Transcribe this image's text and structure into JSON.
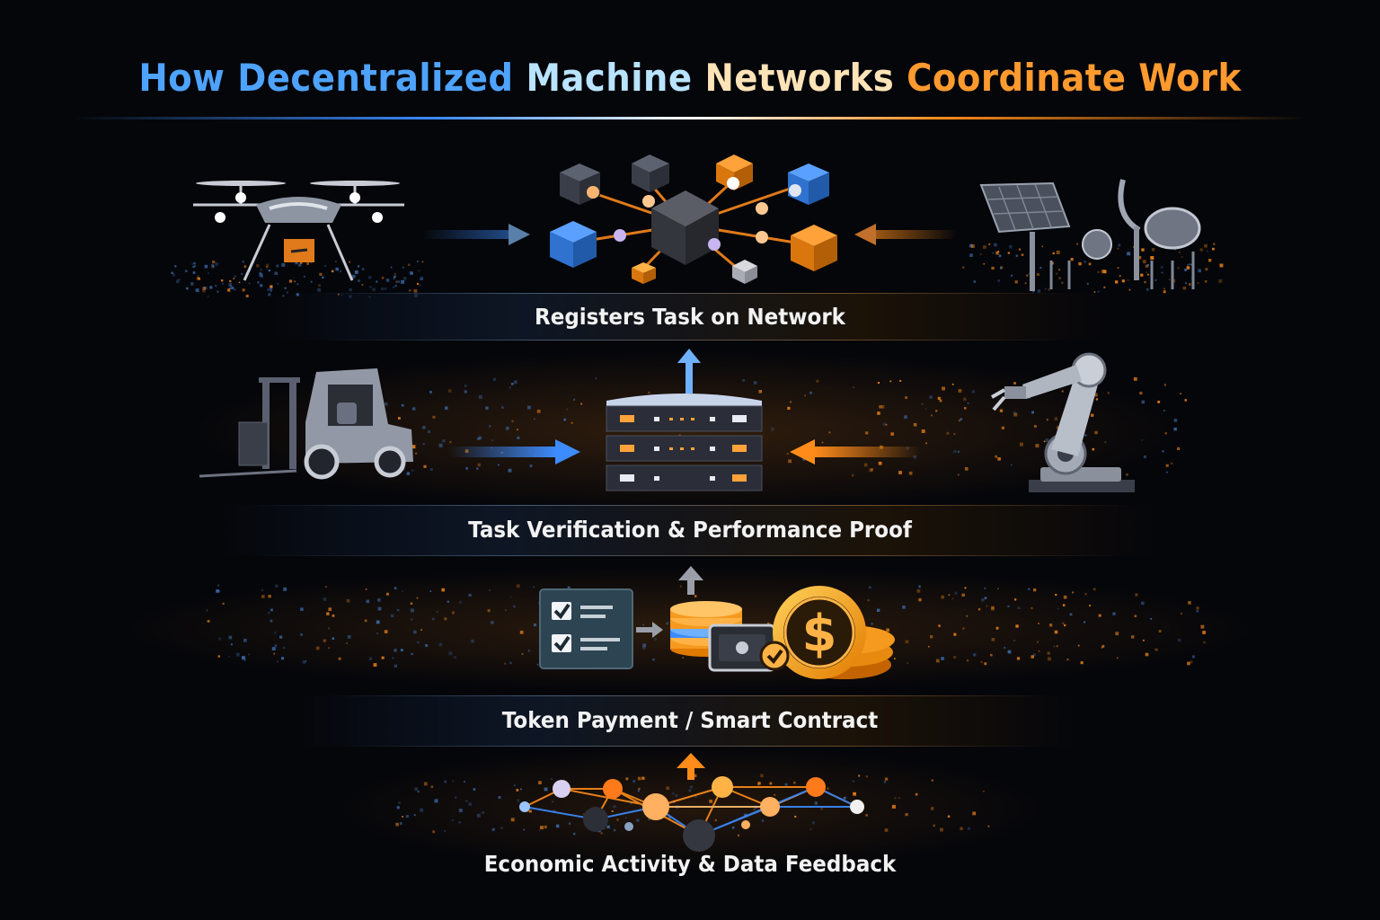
{
  "title": {
    "part1": "How Decentralized",
    "part2": "Machine",
    "part3": "Networks",
    "part4": "Coordinate Work"
  },
  "stages": [
    {
      "label": "Registers Task on Network"
    },
    {
      "label": "Task Verification & Performance Proof"
    },
    {
      "label": "Token Payment / Smart Contract"
    },
    {
      "label": "Economic Activity & Data Feedback"
    }
  ],
  "payment_symbol": "$",
  "colors": {
    "background": "#05060a",
    "blue": "#3d8cff",
    "orange": "#ff8c1a",
    "text": "#f2f2f2"
  },
  "icons": [
    "drone-icon",
    "network-cubes-icon",
    "solar-panel-icon",
    "satellite-dish-icon",
    "forklift-icon",
    "server-stack-icon",
    "robot-arm-icon",
    "checklist-icon",
    "token-stack-icon",
    "wallet-icon",
    "coin-icon",
    "node-graph-icon"
  ]
}
